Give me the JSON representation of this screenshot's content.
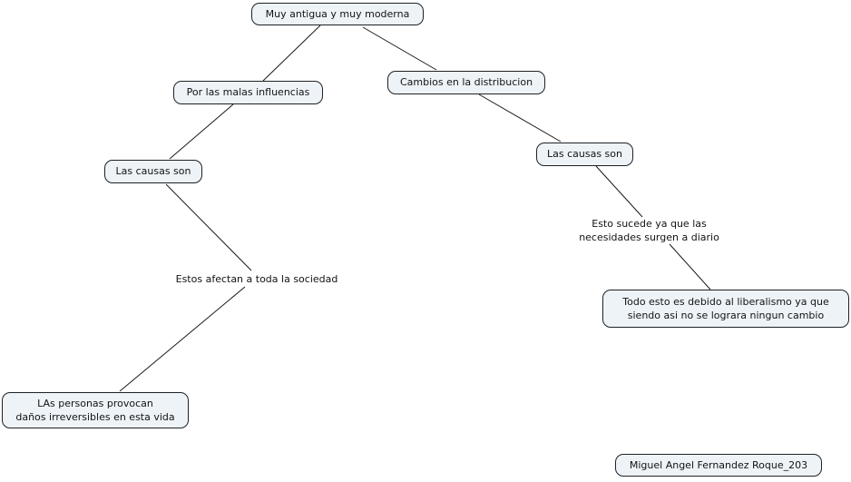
{
  "diagram": {
    "type": "concept-map",
    "nodes": {
      "root": "Muy antigua y muy moderna",
      "left_branch": "Por las malas influencias",
      "right_branch": "Cambios en la distribucion",
      "left_causes": "Las causas son",
      "right_causes": "Las causas son",
      "left_result": "LAs personas provocan\ndaños irreversibles en esta vida",
      "right_result": "Todo esto es debido al liberalismo ya que\nsiendo asi no se lograra ningun cambio",
      "author": "Miguel Angel Fernandez Roque_203"
    },
    "link_labels": {
      "left": "Estos afectan a toda la sociedad",
      "right": "Esto sucede ya que las\nnecesidades surgen a diario"
    },
    "colors": {
      "node_fill": "#eef3f8",
      "node_border": "#1e2226",
      "line": "#1a1a1a",
      "text": "#131313",
      "background": "#ffffff"
    }
  }
}
